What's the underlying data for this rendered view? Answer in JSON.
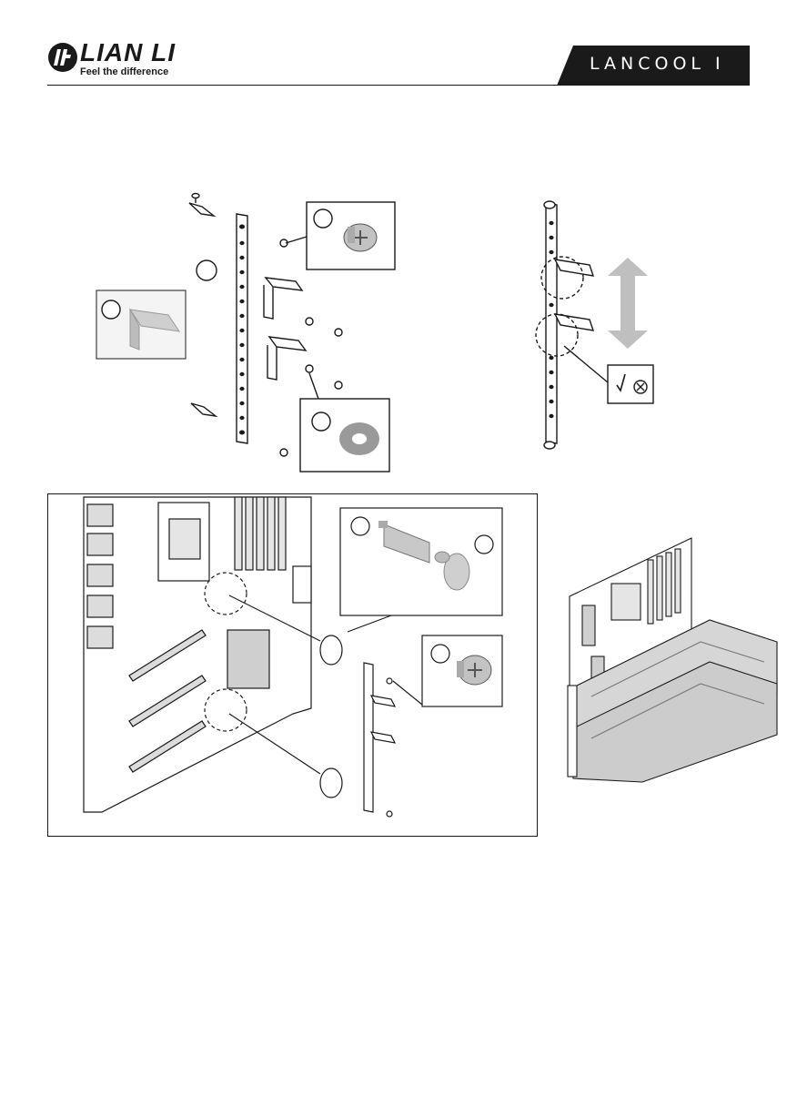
{
  "header": {
    "brand_name": "LIAN LI",
    "brand_tagline": "Feel the difference",
    "model_name": "LANCOOL I",
    "logo_icon": "lian-li-logo-icon"
  },
  "colors": {
    "ink": "#1a1a1a",
    "part_gray": "#b5b5b5",
    "panel_bg": "#f4f4f4"
  }
}
